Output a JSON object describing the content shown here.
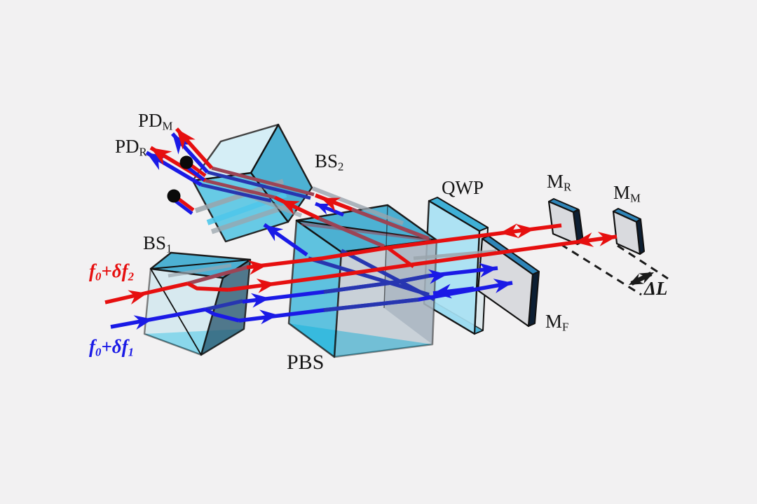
{
  "figure": {
    "description": "Heterodyne interferometer optical schematic with beamsplitters, polarizing beamsplitter, quarter-wave plate, mirrors and photodetectors",
    "labels": {
      "pd_m": {
        "main": "PD",
        "sub": "M"
      },
      "pd_r": {
        "main": "PD",
        "sub": "R"
      },
      "bs2": {
        "main": "BS",
        "sub": "2"
      },
      "bs1": {
        "main": "BS",
        "sub": "1"
      },
      "pbs": {
        "text": "PBS"
      },
      "qwp": {
        "text": "QWP"
      },
      "m_r": {
        "main": "M",
        "sub": "R"
      },
      "m_m": {
        "main": "M",
        "sub": "M"
      },
      "m_f": {
        "main": "M",
        "sub": "F"
      },
      "delta_l": {
        "text": "ΔL"
      },
      "input_red": {
        "pre": "f",
        "sub1": "0",
        "mid": "+δf",
        "sub2": "2"
      },
      "input_blue": {
        "pre": "f",
        "sub1": "0",
        "mid": "+δf",
        "sub2": "1"
      }
    },
    "colors": {
      "background": "#f2f1f2",
      "beam_red": "#e60f0f",
      "beam_red_internal": "#9c4455",
      "beam_blue": "#1a1ae6",
      "beam_blue_internal": "#2736b0",
      "ghost_gray": "#9aa4ac",
      "glass_top": "#45aed2",
      "glass_bright": "#35b9de",
      "glass_light": "#cdeef8",
      "glass_slate": "#3c6a80",
      "pbs_front": "#b2c2ce",
      "pbs_back": "#8d9aa6",
      "splitter_gray": "#c7ccd2",
      "bottom_cyan": "#29b7dc",
      "mirror_face": "#d9dade",
      "mirror_edge_dark": "#0d1f33",
      "mirror_edge_blue": "#2f85b8",
      "qwp_face": "#a6e1f4",
      "qwp_edge_cyan": "#3fb0d6",
      "qwp_edge_white": "#dde8ec",
      "outline": "#111111",
      "detector_dot": "#0a0a0a",
      "dashed_line": "#1a1a1a"
    }
  }
}
